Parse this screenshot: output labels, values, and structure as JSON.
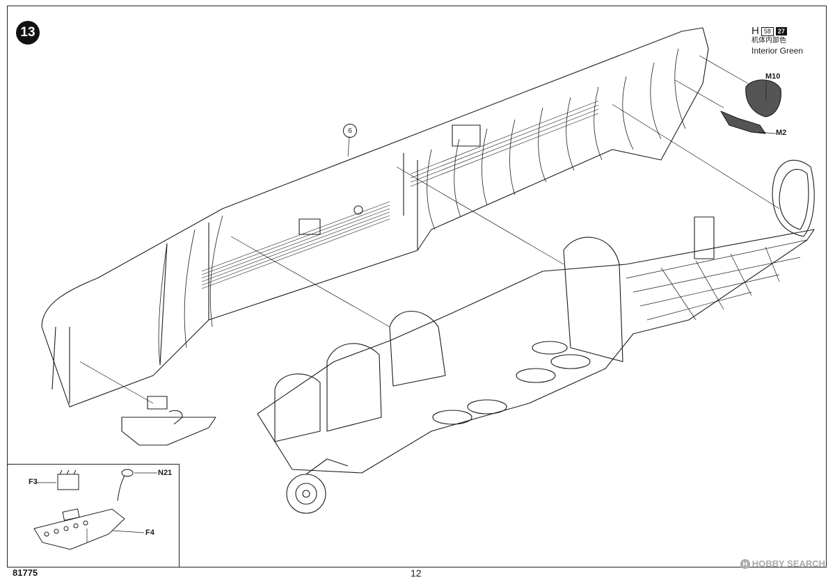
{
  "step": {
    "number": "13",
    "ref_step": "6"
  },
  "paint": {
    "code_letter": "H",
    "code_a": "58",
    "code_b": "27",
    "name_cn": "机体内部色",
    "name_en": "Interior Green"
  },
  "parts": {
    "m10": "M10",
    "m2": "M2",
    "n21": "N21",
    "f3": "F3",
    "f4": "F4"
  },
  "footer": {
    "kit_code": "81775",
    "page_number": "12"
  },
  "watermark": {
    "logo": "H",
    "text": "HOBBY SEARCH"
  },
  "colors": {
    "ink": "#1a1a1a",
    "part_fill": "#555555",
    "watermark": "#aaaaaa"
  }
}
